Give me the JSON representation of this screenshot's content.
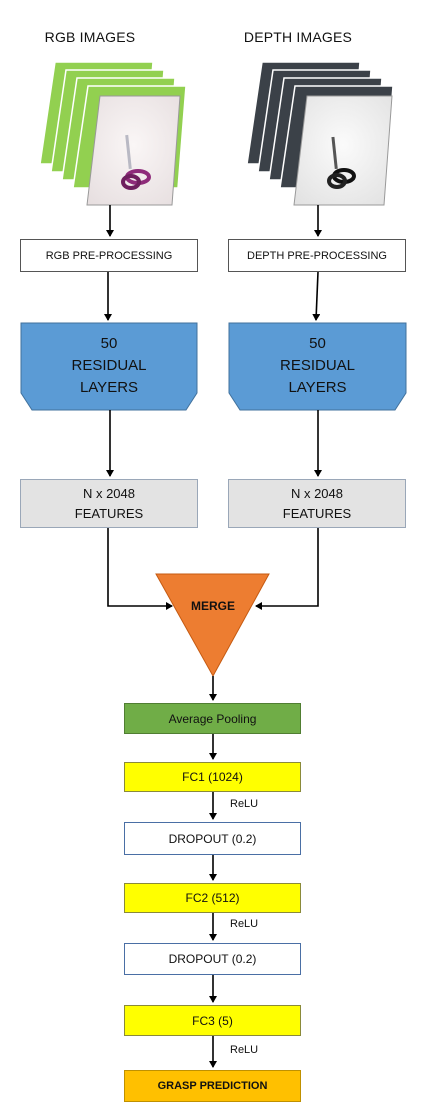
{
  "columns": {
    "rgb": {
      "title": "RGB IMAGES",
      "preprocess": "RGB PRE-PROCESSING",
      "residual_lines": [
        "50",
        "RESIDUAL",
        "LAYERS"
      ],
      "features_lines": [
        "N x 2048",
        "FEATURES"
      ],
      "frame_color": "#92d050"
    },
    "depth": {
      "title": "DEPTH IMAGES",
      "preprocess": "DEPTH PRE-PROCESSING",
      "residual_lines": [
        "50",
        "RESIDUAL",
        "LAYERS"
      ],
      "features_lines": [
        "N x 2048",
        "FEATURES"
      ],
      "frame_color": "#3b4148"
    }
  },
  "merge": {
    "label": "MERGE",
    "color": "#ed7d31"
  },
  "pipeline": {
    "average_pooling": {
      "label": "Average Pooling",
      "color": "#70ad47"
    },
    "fc1": {
      "label": "FC1 (1024)",
      "activation": "ReLU"
    },
    "dropout1": {
      "label": "DROPOUT (0.2)"
    },
    "fc2": {
      "label": "FC2 (512)",
      "activation": "ReLU"
    },
    "dropout2": {
      "label": "DROPOUT (0.2)"
    },
    "fc3": {
      "label": "FC3 (5)",
      "activation": "ReLU"
    },
    "grasp": {
      "label": "GRASP PREDICTION",
      "color": "#ffc000"
    }
  },
  "colors": {
    "residual_fill": "#5b9bd5",
    "features_fill": "#e3e3e3",
    "fc_fill": "#ffff00"
  }
}
